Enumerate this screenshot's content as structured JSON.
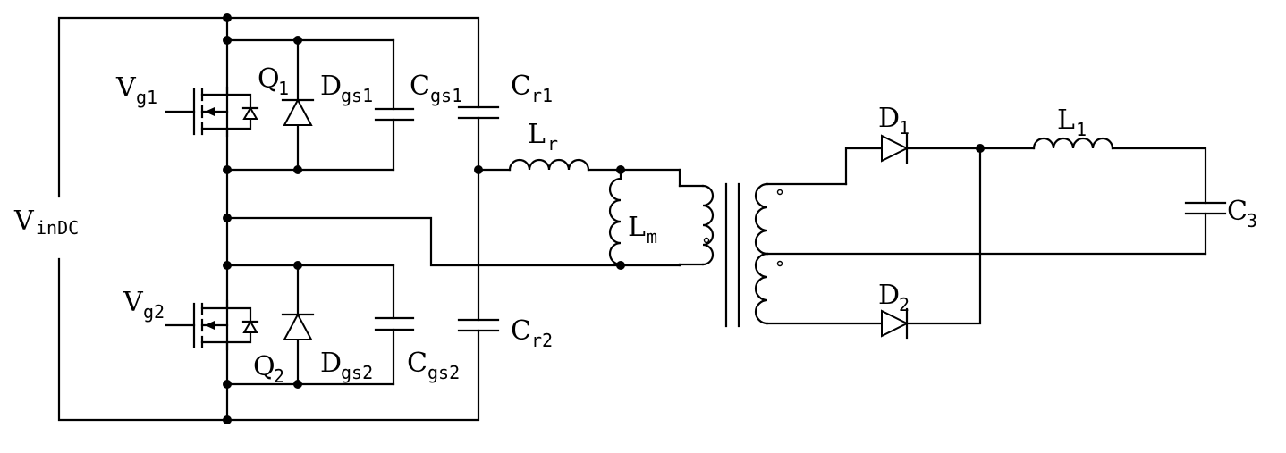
{
  "labels": {
    "vin": {
      "main": "V",
      "sub": "inDC"
    },
    "vg1": {
      "main": "V",
      "sub": "g1"
    },
    "vg2": {
      "main": "V",
      "sub": "g2"
    },
    "q1": {
      "main": "Q",
      "sub": "1"
    },
    "q2": {
      "main": "Q",
      "sub": "2"
    },
    "dgs1": {
      "main": "D",
      "sub": "gs1"
    },
    "dgs2": {
      "main": "D",
      "sub": "gs2"
    },
    "cgs1": {
      "main": "C",
      "sub": "gs1"
    },
    "cgs2": {
      "main": "C",
      "sub": "gs2"
    },
    "cr1": {
      "main": "C",
      "sub": "r1"
    },
    "cr2": {
      "main": "C",
      "sub": "r2"
    },
    "lr": {
      "main": "L",
      "sub": "r"
    },
    "lm": {
      "main": "L",
      "sub": "m"
    },
    "d1": {
      "main": "D",
      "sub": "1"
    },
    "d2": {
      "main": "D",
      "sub": "2"
    },
    "l1": {
      "main": "L",
      "sub": "1"
    },
    "c3": {
      "main": "C",
      "sub": "3"
    }
  }
}
